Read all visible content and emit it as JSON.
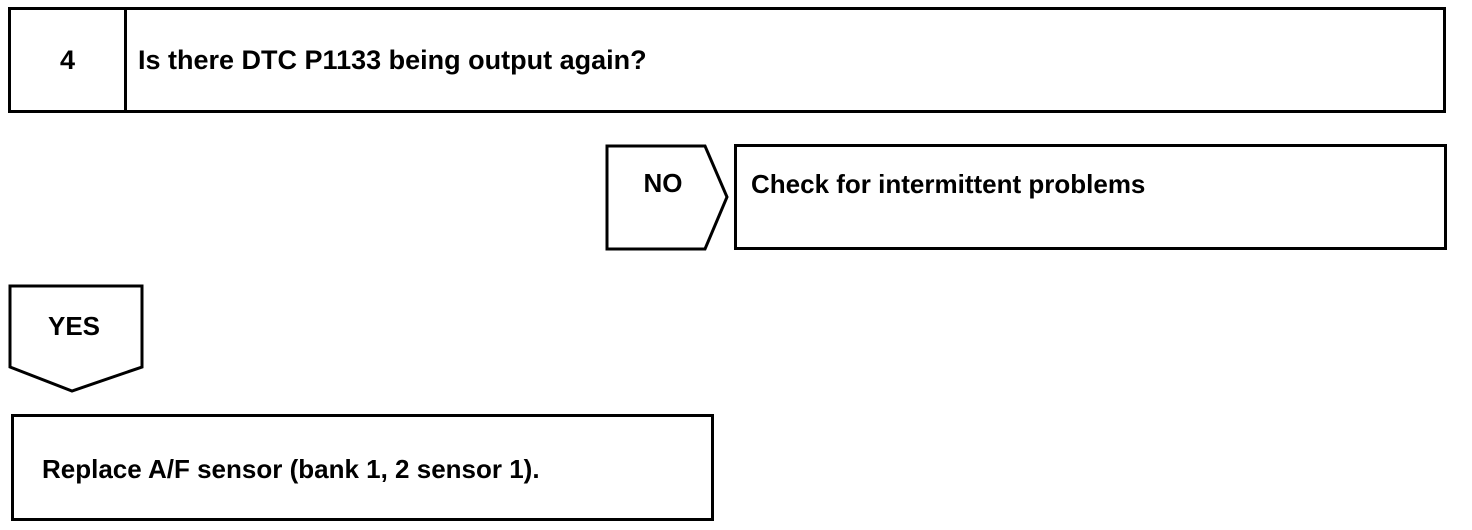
{
  "step": {
    "number": "4",
    "question": "Is there DTC P1133 being output again?"
  },
  "branches": {
    "no": {
      "label": "NO",
      "result": "Check for intermittent problems"
    },
    "yes": {
      "label": "YES",
      "result": "Replace A/F sensor (bank 1, 2 sensor 1)."
    }
  }
}
